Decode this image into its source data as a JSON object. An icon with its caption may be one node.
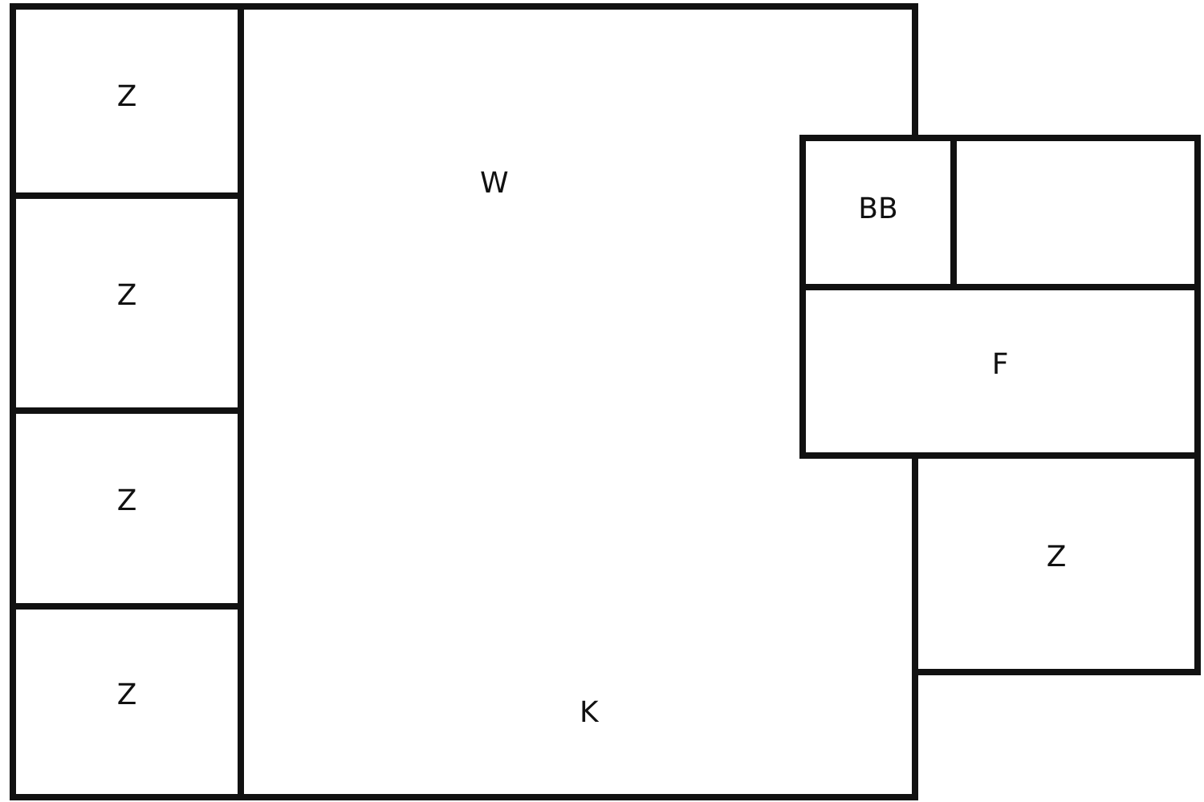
{
  "diagram": {
    "nodes": [
      {
        "text": [
          "Z"
        ]
      },
      {
        "text": [
          "W",
          "K"
        ]
      },
      {
        "text": [
          "BB"
        ]
      },
      {
        "text": [],
        "shape": "box"
      },
      {
        "text": [
          "Z"
        ]
      },
      {
        "text": [
          "F"
        ]
      },
      {
        "text": [
          "Z"
        ]
      },
      {
        "text": [
          "Z"
        ]
      },
      {
        "text": [
          "Z"
        ]
      }
    ],
    "edges": []
  }
}
